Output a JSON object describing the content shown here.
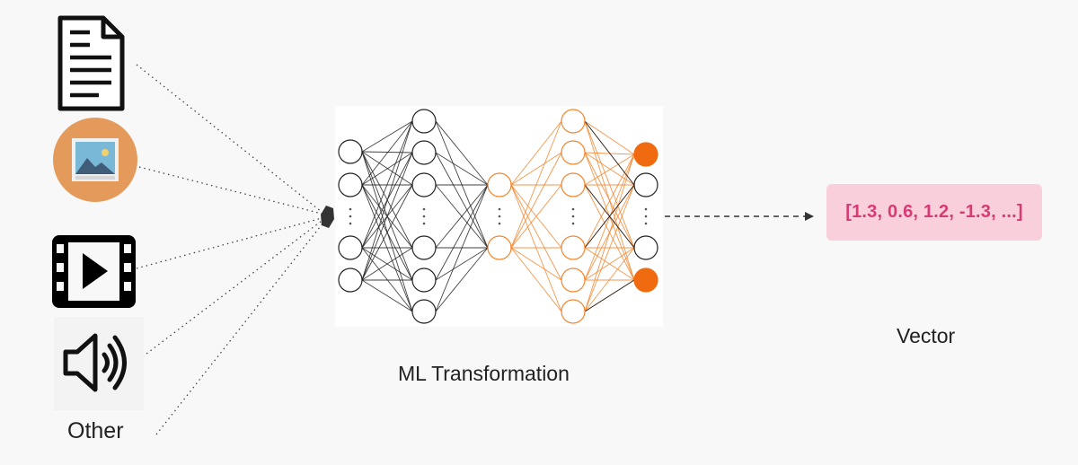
{
  "labels": {
    "other": "Other",
    "ml_transformation": "ML Transformation",
    "vector": "Vector",
    "vector_value": "[1.3, 0.6, 1.2, -1.3, ...]"
  },
  "icons": [
    "document-icon",
    "image-icon",
    "video-icon",
    "audio-icon"
  ],
  "network": {
    "node_counts_per_layer": [
      5,
      7,
      2,
      7,
      5
    ],
    "shown_nodes_per_layer": [
      4,
      6,
      2,
      6,
      4
    ],
    "highlighted_output_nodes": [
      0,
      3
    ]
  },
  "colors": {
    "network_dark": "#222222",
    "network_accent": "#f5842a",
    "output_highlight": "#f06a0f",
    "image_icon_bg": "#e39a5b",
    "vector_bg": "#f9cfdb",
    "vector_text": "#d93a73"
  }
}
